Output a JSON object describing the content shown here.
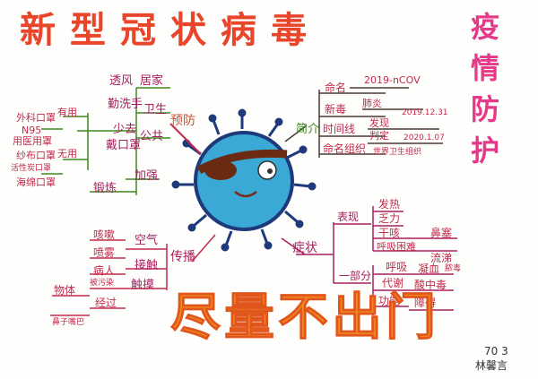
{
  "title": "新型冠状病毒",
  "side_title": [
    "疫",
    "情",
    "防",
    "护"
  ],
  "slogan": "尽量不出门",
  "prevention": {
    "hub": "预防",
    "ventilate": "透风",
    "home": "居家",
    "wash_hands": "勤洗手",
    "hygiene": "卫生",
    "less_out": "少去",
    "public": "公共",
    "wear_mask": "戴口罩",
    "strengthen": "加强",
    "exercise": "锻炼",
    "mask_types": {
      "surgical": "外科口罩",
      "n95": "N95",
      "useful": "有用",
      "useless": "无用",
      "medical": "用医用罩",
      "cotton": "纱布口罩",
      "activated": "活性炭口罩",
      "sponge": "海绵口罩"
    }
  },
  "intro": {
    "hub": "简介",
    "name": "命名",
    "name_value": "2019-nCOV",
    "new_label": "新毒",
    "pneumonia": "肺炎",
    "time": "时间线",
    "discover": "发现",
    "discover_date": "2019.12.31",
    "determine": "判定",
    "determine_date": "2020.1.07",
    "naming_org": "命名组织",
    "who": "世界卫生组织"
  },
  "symptoms": {
    "hub": "症状",
    "manifest": "表现",
    "fever": "发热",
    "fatigue": "乏力",
    "dry_cough": "干咳",
    "breath": "呼吸困难",
    "nasal": "鼻塞",
    "runny": "流涕",
    "rare": "一部分",
    "breathing": "呼吸",
    "metabolic": "代谢",
    "acid": "酸中毒",
    "coag": "凝血",
    "sepsis": "脓毒",
    "dysfunction": "功能",
    "disorder": "障碍"
  },
  "transmission": {
    "hub": "传播",
    "air": "空气",
    "contact": "接触",
    "touch": "触摸",
    "cough_sneeze": "咳嗽",
    "spray": "喷雾",
    "sick": "病人",
    "contaminated": "被污染",
    "objects": "物体",
    "through": "经过",
    "nose_mouth": "鼻子嘴巴"
  },
  "signature": {
    "class": "70 3",
    "name": "林馨言"
  }
}
